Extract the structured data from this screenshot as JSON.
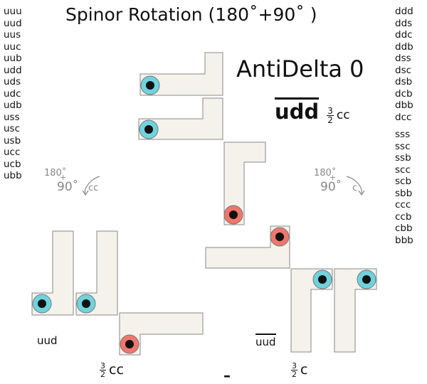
{
  "title": "Spinor Rotation (180˚+90˚ )",
  "particle_name": "AntiDelta 0",
  "particle_quarks": "udd",
  "particle_spin_num": "3",
  "particle_spin_den": "2",
  "particle_spin_dir": "cc",
  "left_list": [
    "uuu",
    "uud",
    "uus",
    "uuc",
    "uub",
    "udd",
    "uds",
    "udc",
    "udb",
    "uss",
    "usc",
    "usb",
    "ucc",
    "ucb",
    "ubb"
  ],
  "right_list_a": [
    "ddd",
    "dds",
    "ddc",
    "ddb",
    "dss",
    "dsc",
    "dsb",
    "dcb",
    "dbb",
    "dcc"
  ],
  "right_list_b": [
    "sss",
    "ssc",
    "ssb",
    "scc",
    "scb",
    "sbb",
    "ccc",
    "ccb",
    "cbb",
    "bbb"
  ],
  "rotation_left": {
    "deg1": "180˚",
    "deg2": "90˚",
    "plus": "+",
    "dir": "cc"
  },
  "rotation_right": {
    "deg1": "180˚",
    "deg2": "90˚",
    "plus": "+",
    "dir": "c"
  },
  "bottom_left": {
    "quarks": "uud",
    "spin_num": "3",
    "spin_den": "2",
    "dir": "cc"
  },
  "bottom_right": {
    "quarks": "uud",
    "spin_num": "3",
    "spin_den": "2",
    "dir": "c"
  },
  "bottom_center": "–",
  "colors": {
    "shape_fill": "#f5f2ec",
    "shape_stroke": "#888888",
    "cyan": "#6fd3dd",
    "red": "#f0766c",
    "dot": "#111111"
  }
}
